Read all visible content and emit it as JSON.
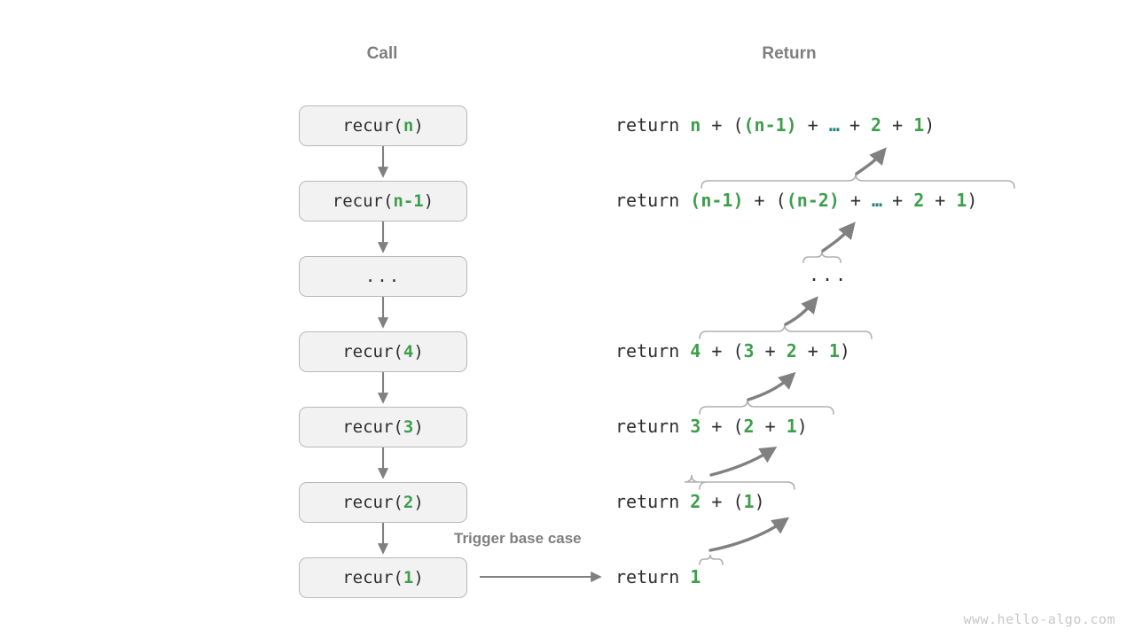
{
  "headers": {
    "call": "Call",
    "return": "Return"
  },
  "colors": {
    "accent_green": "#3d9e4c",
    "ellipsis_teal": "#1e8476",
    "text": "#2e2e2e",
    "muted": "#7f7f7f",
    "box_fill": "#f2f2f2",
    "box_border": "#b8b8b8",
    "arrow": "#808080",
    "watermark": "#c8c8c8"
  },
  "call_stack": [
    {
      "name": "call-box-n",
      "prefix": "recur(",
      "arg": "n",
      "suffix": ")",
      "is_ellipsis": false
    },
    {
      "name": "call-box-n-1",
      "prefix": "recur(",
      "arg": "n-1",
      "suffix": ")",
      "is_ellipsis": false
    },
    {
      "name": "call-box-ellipsis",
      "prefix": "",
      "arg": "...",
      "suffix": "",
      "is_ellipsis": true
    },
    {
      "name": "call-box-4",
      "prefix": "recur(",
      "arg": "4",
      "suffix": ")",
      "is_ellipsis": false
    },
    {
      "name": "call-box-3",
      "prefix": "recur(",
      "arg": "3",
      "suffix": ")",
      "is_ellipsis": false
    },
    {
      "name": "call-box-2",
      "prefix": "recur(",
      "arg": "2",
      "suffix": ")",
      "is_ellipsis": false
    },
    {
      "name": "call-box-1",
      "prefix": "recur(",
      "arg": "1",
      "suffix": ")",
      "is_ellipsis": false
    }
  ],
  "return_lines": [
    {
      "name": "return-line-n",
      "keyword": "return ",
      "tokens": [
        {
          "t": "n",
          "k": "g"
        },
        {
          "t": " + (",
          "k": "op"
        },
        {
          "t": "(n-1)",
          "k": "g"
        },
        {
          "t": " + ",
          "k": "op"
        },
        {
          "t": "…",
          "k": "el"
        },
        {
          "t": " + ",
          "k": "op"
        },
        {
          "t": "2",
          "k": "g"
        },
        {
          "t": " + ",
          "k": "op"
        },
        {
          "t": "1",
          "k": "g"
        },
        {
          "t": ")",
          "k": "op"
        }
      ]
    },
    {
      "name": "return-line-n-1",
      "keyword": "return ",
      "tokens": [
        {
          "t": "(n-1)",
          "k": "g"
        },
        {
          "t": " + (",
          "k": "op"
        },
        {
          "t": "(n-2)",
          "k": "g"
        },
        {
          "t": " + ",
          "k": "op"
        },
        {
          "t": "…",
          "k": "el"
        },
        {
          "t": " + ",
          "k": "op"
        },
        {
          "t": "2",
          "k": "g"
        },
        {
          "t": " + ",
          "k": "op"
        },
        {
          "t": "1",
          "k": "g"
        },
        {
          "t": ")",
          "k": "op"
        }
      ]
    },
    {
      "name": "return-line-4",
      "keyword": "return ",
      "tokens": [
        {
          "t": "4",
          "k": "g"
        },
        {
          "t": " + (",
          "k": "op"
        },
        {
          "t": "3",
          "k": "g"
        },
        {
          "t": " + ",
          "k": "op"
        },
        {
          "t": "2",
          "k": "g"
        },
        {
          "t": " + ",
          "k": "op"
        },
        {
          "t": "1",
          "k": "g"
        },
        {
          "t": ")",
          "k": "op"
        }
      ]
    },
    {
      "name": "return-line-3",
      "keyword": "return ",
      "tokens": [
        {
          "t": "3",
          "k": "g"
        },
        {
          "t": " + (",
          "k": "op"
        },
        {
          "t": "2",
          "k": "g"
        },
        {
          "t": " + ",
          "k": "op"
        },
        {
          "t": "1",
          "k": "g"
        },
        {
          "t": ")",
          "k": "op"
        }
      ]
    },
    {
      "name": "return-line-2",
      "keyword": "return ",
      "tokens": [
        {
          "t": "2",
          "k": "g"
        },
        {
          "t": " + (",
          "k": "op"
        },
        {
          "t": "1",
          "k": "g"
        },
        {
          "t": ")",
          "k": "op"
        }
      ]
    },
    {
      "name": "return-line-1",
      "keyword": "return ",
      "tokens": [
        {
          "t": "1",
          "k": "g"
        }
      ]
    }
  ],
  "return_ellipsis": "...",
  "trigger_label": "Trigger base case",
  "watermark": "www.hello-algo.com"
}
